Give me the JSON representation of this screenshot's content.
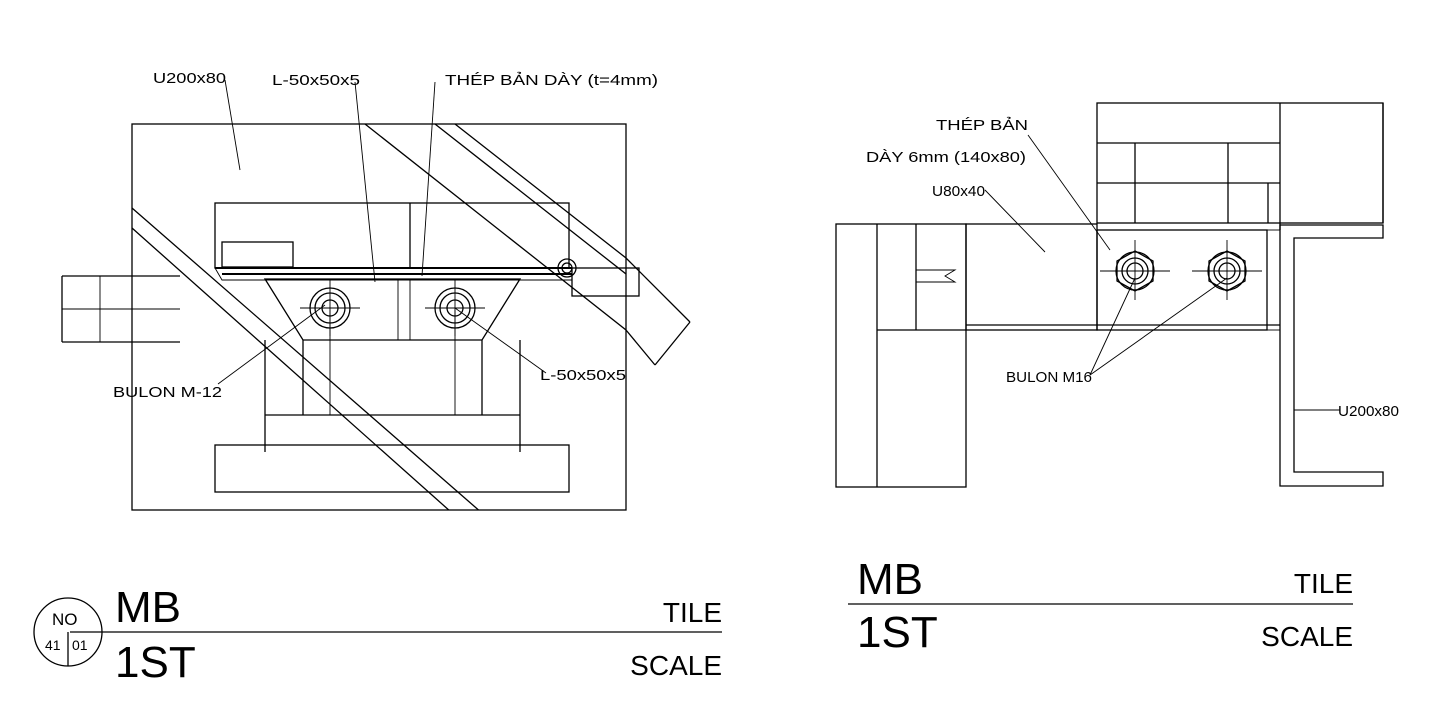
{
  "left_detail": {
    "labels": {
      "channel": "U200x80",
      "angle_top": "L-50x50x5",
      "plate": "THÉP BẢN DÀY  (t=4mm)",
      "bolt": "BULON M-12",
      "angle_right": "L-50x50x5"
    },
    "title_block": {
      "title": "MB",
      "subtitle": "1ST",
      "tile_label": "TILE",
      "scale_label": "SCALE",
      "badge_top": "NO",
      "badge_left": "41",
      "badge_right": "01"
    }
  },
  "right_detail": {
    "labels": {
      "plate_line1": "THÉP BẢN",
      "plate_line2": "DÀY 6mm (140x80)",
      "channel_small": "U80x40",
      "bolt": "BULON M16",
      "channel": "U200x80"
    },
    "title_block": {
      "title": "MB",
      "subtitle": "1ST",
      "tile_label": "TILE",
      "scale_label": "SCALE"
    }
  },
  "colors": {
    "line": "#000000",
    "background": "#ffffff",
    "hatch": "#000000"
  }
}
